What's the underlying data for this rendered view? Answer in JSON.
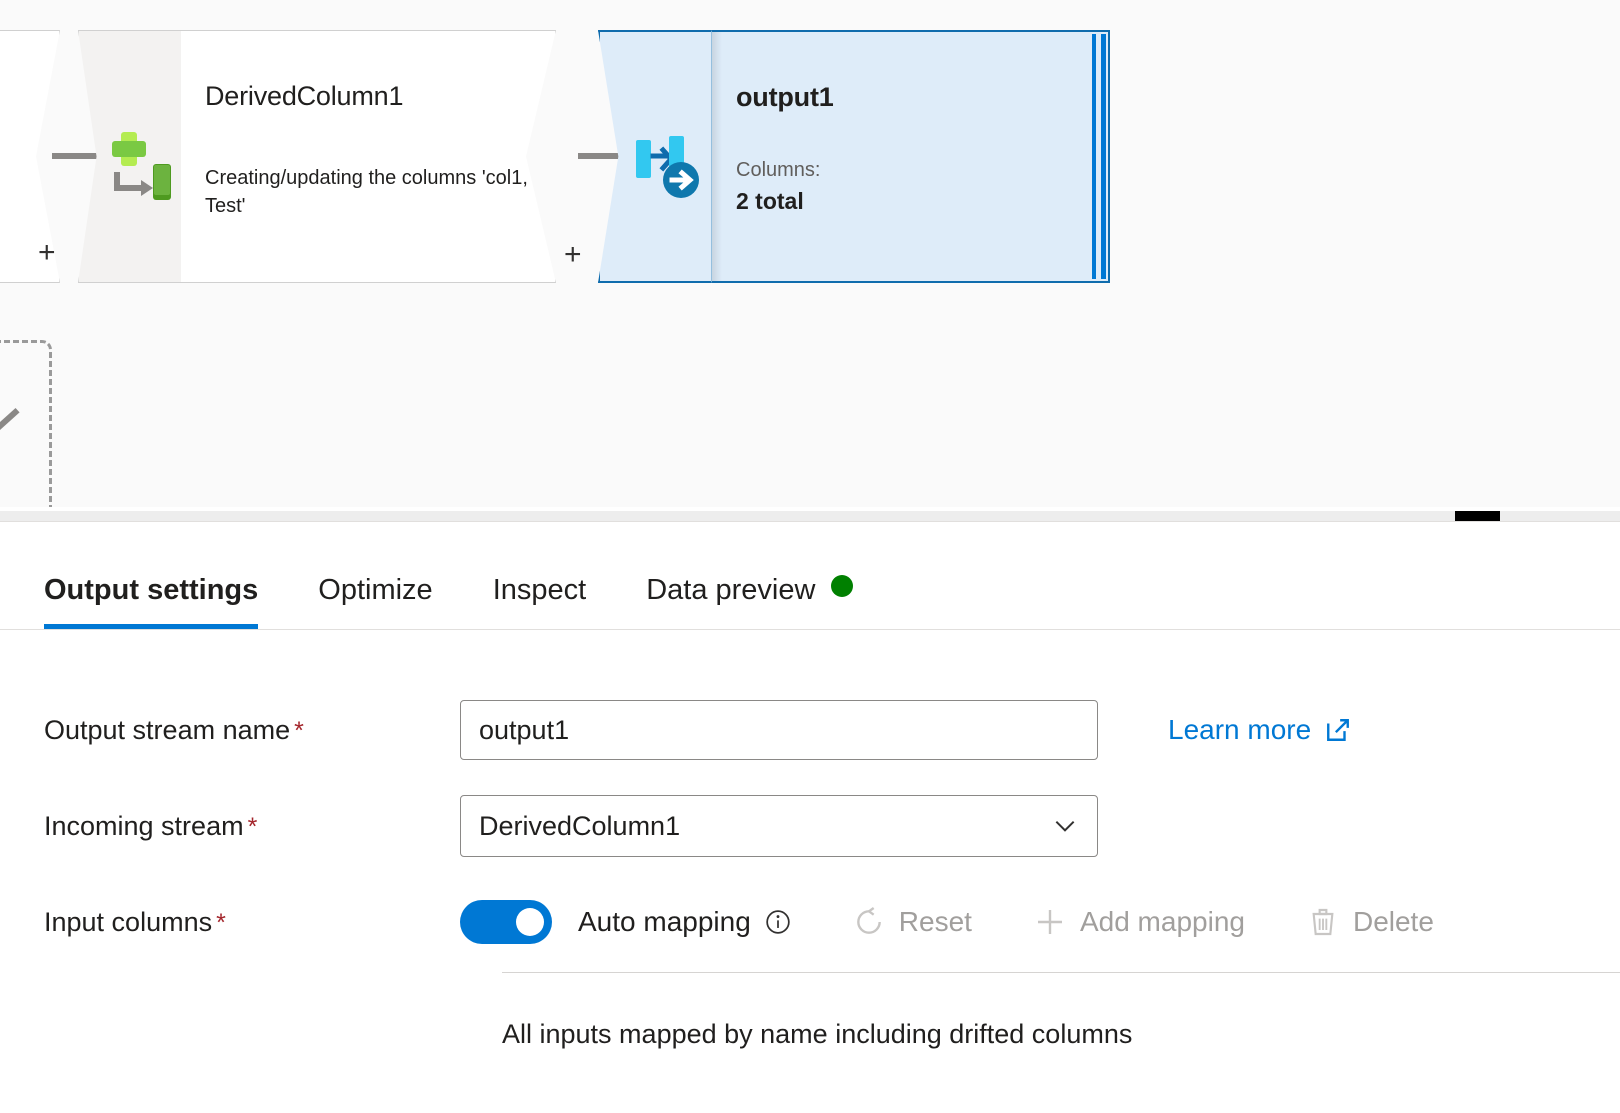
{
  "canvas": {
    "nodes": [
      {
        "id": "derived-column",
        "title": "DerivedColumn1",
        "description": "Creating/updating the columns 'col1, Test'",
        "icon": "derived-column-icon",
        "plus_label": "+"
      },
      {
        "id": "sink-output1",
        "title": "output1",
        "columns_label": "Columns:",
        "columns_value": "2 total",
        "icon": "sink-icon",
        "plus_label": "+",
        "selected": true
      }
    ],
    "stub_plus_label": "+",
    "selection_color": "#0078d4",
    "sink_border_color": "#0f6cad",
    "sink_fill_color": "#deecf9"
  },
  "panel": {
    "tabs": [
      {
        "label": "Output settings",
        "active": true
      },
      {
        "label": "Optimize",
        "active": false
      },
      {
        "label": "Inspect",
        "active": false
      },
      {
        "label": "Data preview",
        "active": false,
        "status_dot": "#008000"
      }
    ],
    "fields": {
      "output_stream_name": {
        "label": "Output stream name",
        "required_marker": "*",
        "value": "output1",
        "placeholder": "Output stream name"
      },
      "incoming_stream": {
        "label": "Incoming stream",
        "required_marker": "*",
        "value": "DerivedColumn1",
        "chevron": "chevron-down-icon"
      },
      "input_columns": {
        "label": "Input columns",
        "required_marker": "*",
        "toggle_on": true,
        "toggle_label": "Auto mapping",
        "info_icon": "info-icon",
        "note": "All inputs mapped by name including drifted columns"
      }
    },
    "commands": [
      {
        "label": "Reset",
        "icon": "refresh-icon",
        "disabled": true
      },
      {
        "label": "Add mapping",
        "icon": "plus-icon",
        "disabled": true
      },
      {
        "label": "Delete",
        "icon": "trash-icon",
        "disabled": true
      }
    ],
    "learn_more": {
      "label": "Learn more",
      "icon": "external-link-icon",
      "color": "#0078d4"
    }
  }
}
